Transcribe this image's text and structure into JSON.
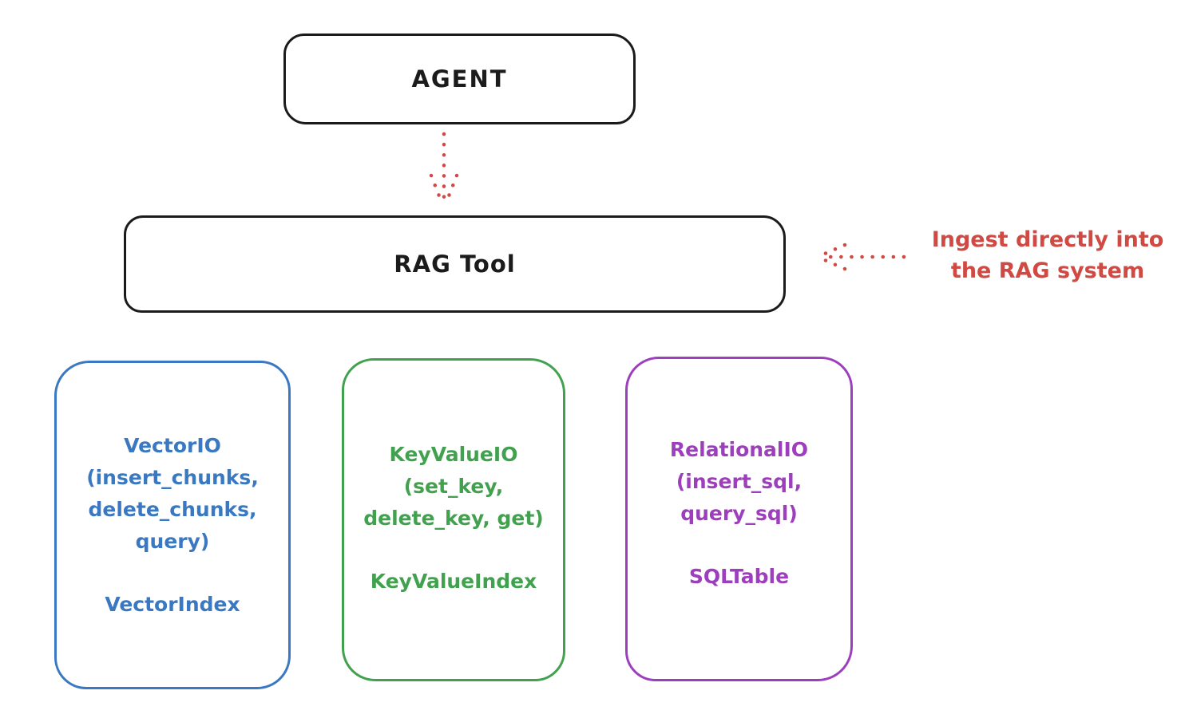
{
  "diagram": {
    "agent_box": {
      "label": "AGENT"
    },
    "rag_tool_box": {
      "label": "RAG Tool"
    },
    "annotation": {
      "line1": "Ingest directly into",
      "line2": "the RAG system"
    },
    "io_boxes": [
      {
        "title": "VectorIO",
        "methods": [
          "(insert_chunks,",
          "delete_chunks,",
          "query)"
        ],
        "index_label": "VectorIndex",
        "color": "#3a78c2"
      },
      {
        "title": "KeyValueIO",
        "methods": [
          "(set_key,",
          "delete_key, get)"
        ],
        "index_label": "KeyValueIndex",
        "color": "#42a14e"
      },
      {
        "title": "RelationalIO",
        "methods": [
          "(insert_sql,",
          "query_sql)"
        ],
        "index_label": "SQLTable",
        "color": "#9d3fbd"
      }
    ],
    "colors": {
      "ink": "#1b1b1b",
      "annotation_red": "#d04a43",
      "background": "#ffffff"
    }
  }
}
